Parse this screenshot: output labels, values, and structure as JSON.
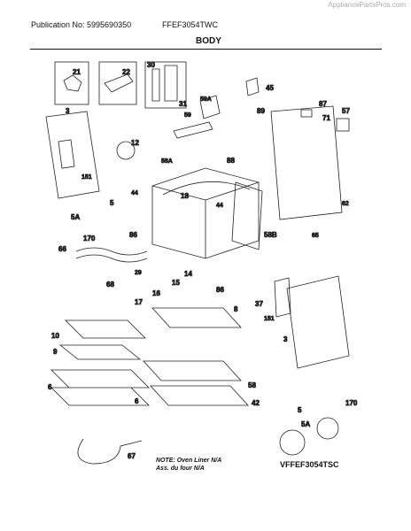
{
  "header": {
    "site": "AppliancePartsPros.com",
    "publication": "Publication No: 5995690350",
    "model": "FFEF3054TWC",
    "section": "BODY"
  },
  "callouts": {
    "c21": "21",
    "c22": "22",
    "c30": "30",
    "c31": "31",
    "c59a": "59A",
    "c59": "59",
    "c45": "45",
    "c89": "89",
    "c87": "87",
    "c71": "71",
    "c57": "57",
    "c3a": "3",
    "c151a": "151",
    "c12": "12",
    "c44a": "44",
    "c58a": "58A",
    "c88": "88",
    "c18": "18",
    "c44b": "44",
    "c86a": "86",
    "c58b": "58B",
    "c65": "65",
    "c62": "62",
    "c5a": "5A",
    "c5b": "5",
    "c170a": "170",
    "c66": "66",
    "c68": "68",
    "c29": "29",
    "c14": "14",
    "c15": "15",
    "c16": "16",
    "c17": "17",
    "c86b": "86",
    "c37": "37",
    "c151b": "151",
    "c8": "8",
    "c3b": "3",
    "c10": "10",
    "c9": "9",
    "c6a": "6",
    "c6b": "6",
    "c58": "58",
    "c42": "42",
    "c67": "67",
    "c5c": "5",
    "c5d": "5A",
    "c170b": "170"
  },
  "footer": {
    "note_line1": "NOTE: Oven Liner N/A",
    "note_line2": "Ass. du four N/A",
    "diagram_code": "VFFEF3054TSC"
  }
}
